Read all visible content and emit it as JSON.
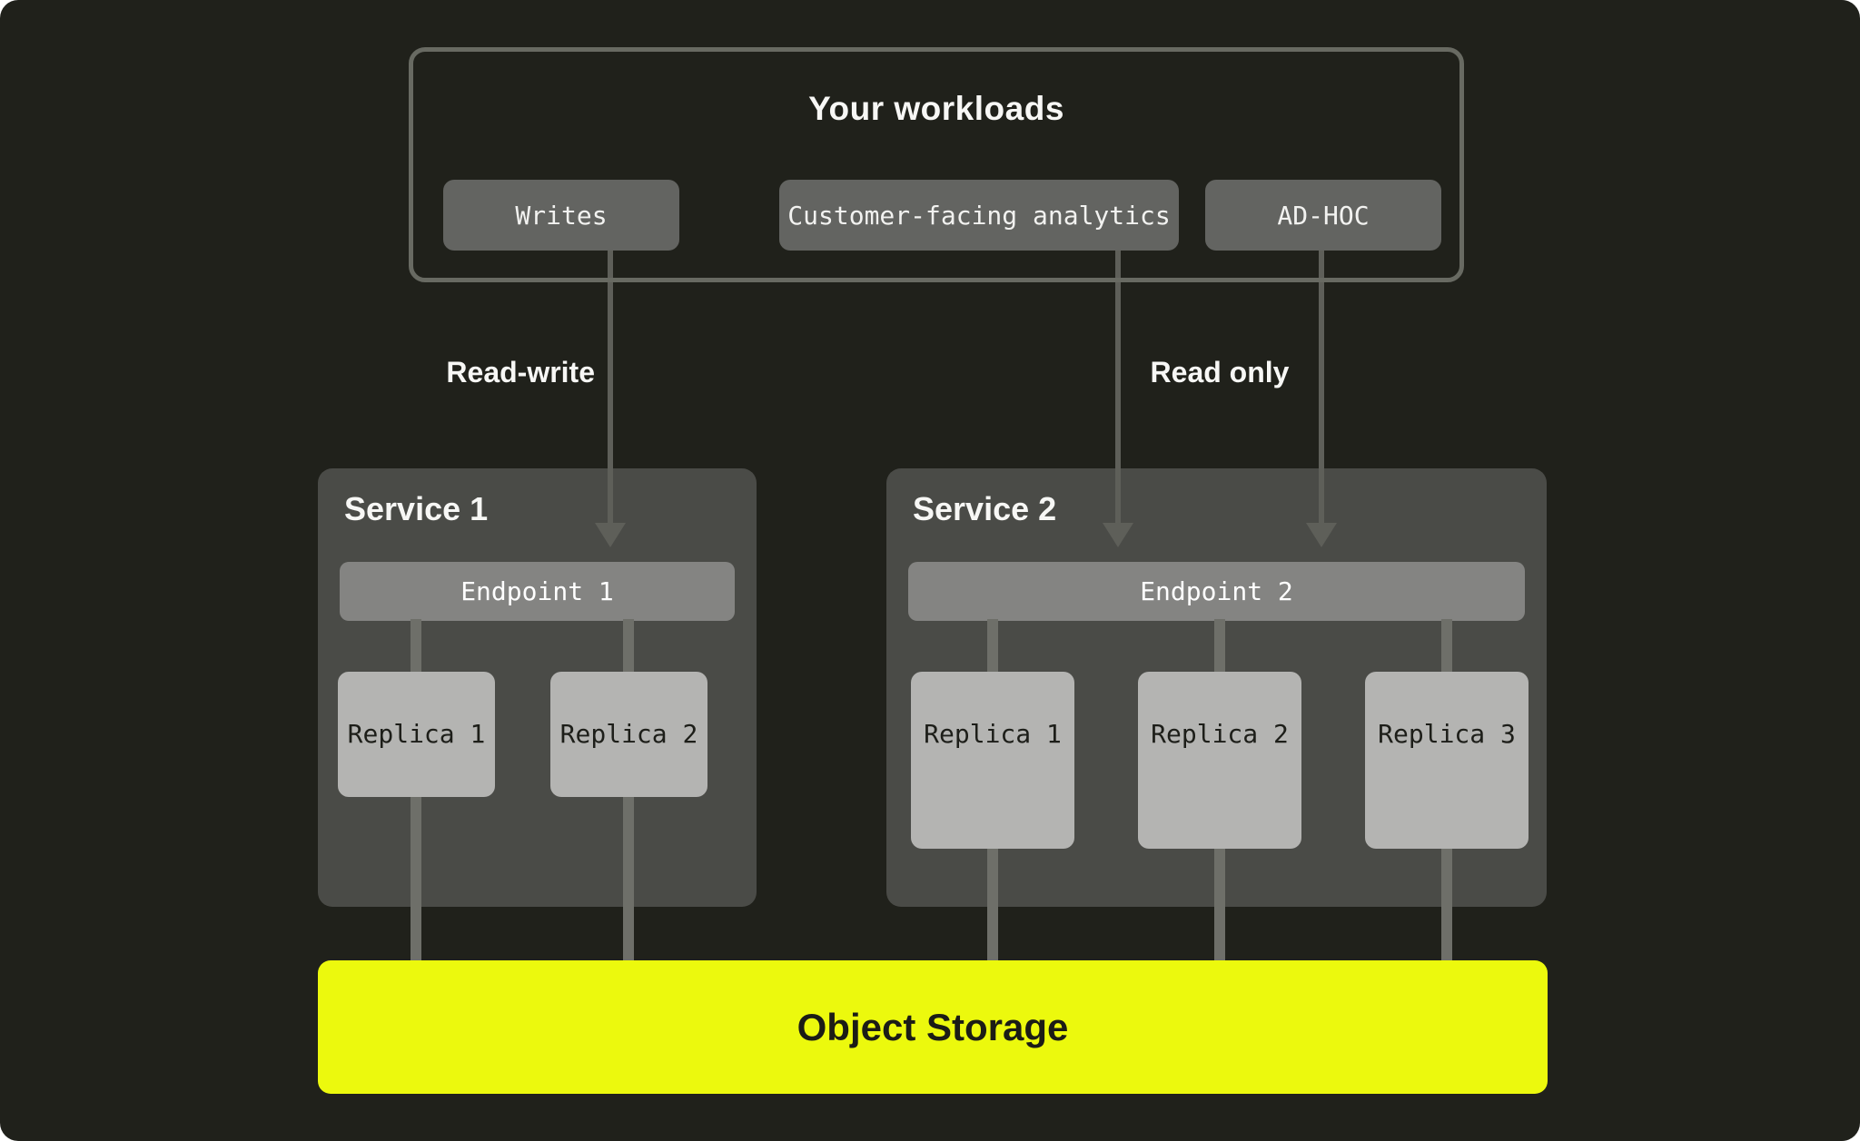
{
  "diagram": {
    "workloads": {
      "title": "Your workloads",
      "items": [
        {
          "label": "Writes"
        },
        {
          "label": "Customer-facing analytics"
        },
        {
          "label": "AD-HOC"
        }
      ]
    },
    "edges": {
      "read_write_label": "Read-write",
      "read_only_label": "Read only"
    },
    "services": [
      {
        "title": "Service 1",
        "endpoint": "Endpoint 1",
        "replicas": [
          "Replica 1",
          "Replica 2"
        ]
      },
      {
        "title": "Service 2",
        "endpoint": "Endpoint 2",
        "replicas": [
          "Replica 1",
          "Replica 2",
          "Replica 3"
        ]
      }
    ],
    "storage": {
      "label": "Object Storage"
    },
    "colors": {
      "background": "#20211b",
      "panel_gray": "#4a4b47",
      "endpoint_gray": "#848482",
      "replica_gray": "#b4b4b2",
      "chip_gray": "#636461",
      "line_gray": "#6e6f69",
      "arrow_gray": "#5e5f59",
      "accent_yellow": "#ecf90d",
      "text_light": "#f7f7f5",
      "text_dark": "#1d1e19"
    }
  }
}
